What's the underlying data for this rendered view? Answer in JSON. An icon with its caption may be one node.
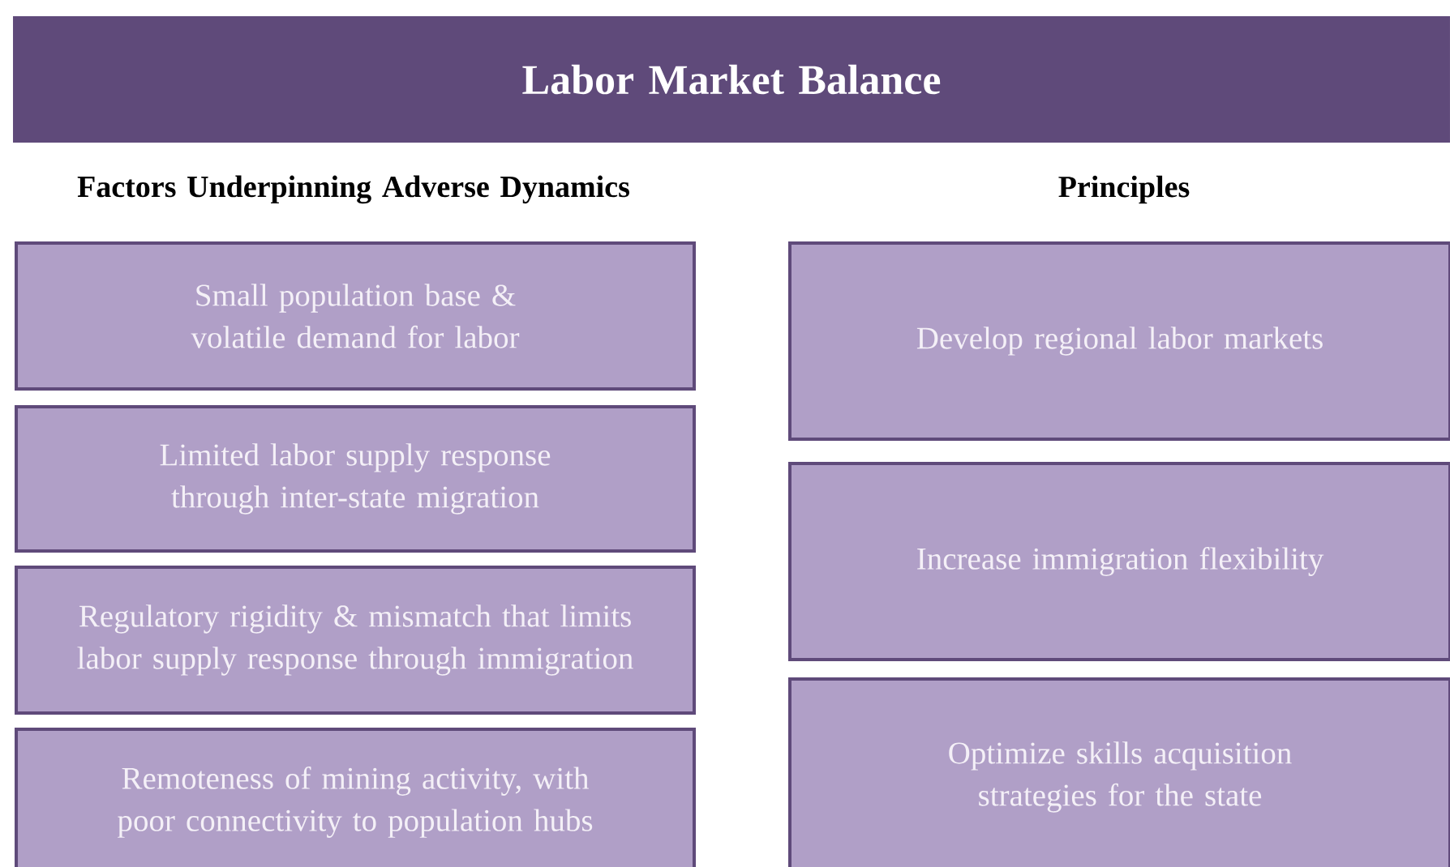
{
  "diagram": {
    "nodes": [
      {
        "text": [
          "Labor Market Balance"
        ]
      },
      {
        "text": [
          "Small population base & volatile demand for labor"
        ]
      },
      {
        "text": [
          "Limited labor supply response through inter-state migration"
        ]
      },
      {
        "text": [
          "Regulatory rigidity & mismatch that limits labor supply response through immigration"
        ]
      },
      {
        "text": [
          "Remoteness of mining activity, with poor connectivity to population hubs"
        ]
      },
      {
        "text": [
          "Develop regional labor markets"
        ]
      },
      {
        "text": [
          "Increase immigration flexibility"
        ]
      },
      {
        "text": [
          "Optimize skills acquisition strategies for the state"
        ]
      }
    ],
    "labels": [
      "Factors Underpinning Adverse Dynamics",
      "Principles"
    ]
  }
}
